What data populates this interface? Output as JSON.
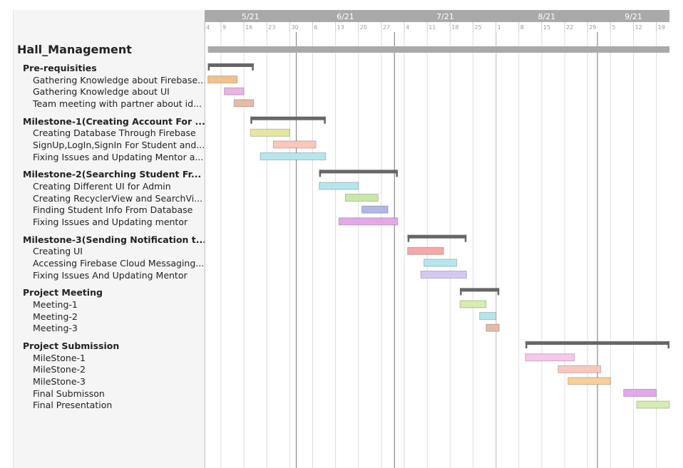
{
  "chart_data": {
    "type": "gantt",
    "timeline_start": "2021-05-04",
    "timeline_end": "2021-09-23",
    "months": [
      {
        "label": "5/21",
        "start": "2021-05-04",
        "end": "2021-06-01"
      },
      {
        "label": "6/21",
        "start": "2021-06-01",
        "end": "2021-07-01"
      },
      {
        "label": "7/21",
        "start": "2021-07-01",
        "end": "2021-08-01"
      },
      {
        "label": "8/21",
        "start": "2021-08-01",
        "end": "2021-09-01"
      },
      {
        "label": "9/21",
        "start": "2021-09-01",
        "end": "2021-09-23"
      }
    ],
    "week_ticks": [
      {
        "label": "4",
        "date": "2021-05-04"
      },
      {
        "label": "9",
        "date": "2021-05-09"
      },
      {
        "label": "16",
        "date": "2021-05-16"
      },
      {
        "label": "23",
        "date": "2021-05-23"
      },
      {
        "label": "30",
        "date": "2021-05-30"
      },
      {
        "label": "6",
        "date": "2021-06-06"
      },
      {
        "label": "13",
        "date": "2021-06-13"
      },
      {
        "label": "20",
        "date": "2021-06-20"
      },
      {
        "label": "27",
        "date": "2021-06-27"
      },
      {
        "label": "4",
        "date": "2021-07-04"
      },
      {
        "label": "11",
        "date": "2021-07-11"
      },
      {
        "label": "18",
        "date": "2021-07-18"
      },
      {
        "label": "25",
        "date": "2021-07-25"
      },
      {
        "label": "1",
        "date": "2021-08-01"
      },
      {
        "label": "8",
        "date": "2021-08-08"
      },
      {
        "label": "15",
        "date": "2021-08-15"
      },
      {
        "label": "22",
        "date": "2021-08-22"
      },
      {
        "label": "29",
        "date": "2021-08-29"
      },
      {
        "label": "5",
        "date": "2021-09-05"
      },
      {
        "label": "12",
        "date": "2021-09-12"
      },
      {
        "label": "19",
        "date": "2021-09-19"
      }
    ],
    "colors": {
      "header": "#a9a9a9",
      "project_bar": "#a9a9a9",
      "summary_bar": "#666666",
      "grid": "#dddddd",
      "month_line": "#8a8a8a"
    },
    "project": {
      "name": "Hall_Management",
      "start": "2021-05-05",
      "end": "2021-09-23"
    },
    "groups": [
      {
        "name": "Pre-requisities",
        "start": "2021-05-05",
        "end": "2021-05-19",
        "tasks": [
          {
            "name": "Gathering Knowledge about Firebase...",
            "start": "2021-05-05",
            "end": "2021-05-14",
            "color": "#f5c18a"
          },
          {
            "name": "Gathering Knowledge about UI",
            "start": "2021-05-10",
            "end": "2021-05-16",
            "color": "#e9b3e2"
          },
          {
            "name": "Team meeting with partner about id...",
            "start": "2021-05-13",
            "end": "2021-05-19",
            "color": "#e3bba8"
          }
        ]
      },
      {
        "name": "Milestone-1(Creating Account For ...",
        "start": "2021-05-18",
        "end": "2021-06-10",
        "tasks": [
          {
            "name": "Creating Database Through Firebase",
            "start": "2021-05-18",
            "end": "2021-05-30",
            "color": "#e6e79e"
          },
          {
            "name": "SignUp,LogIn,SignIn For Student and...",
            "start": "2021-05-25",
            "end": "2021-06-07",
            "color": "#fbc7bd"
          },
          {
            "name": "Fixing Issues and Updating Mentor a...",
            "start": "2021-05-21",
            "end": "2021-06-10",
            "color": "#b5e6ee"
          }
        ]
      },
      {
        "name": "Milestone-2(Searching Student Fr...",
        "start": "2021-06-08",
        "end": "2021-07-02",
        "tasks": [
          {
            "name": "Creating Different UI for Admin",
            "start": "2021-06-08",
            "end": "2021-06-20",
            "color": "#b5e6ee"
          },
          {
            "name": "Creating RecyclerView and SearchVi...",
            "start": "2021-06-16",
            "end": "2021-06-26",
            "color": "#cbe7a8"
          },
          {
            "name": "Finding Student Info From Database",
            "start": "2021-06-21",
            "end": "2021-06-29",
            "color": "#b1b7e8"
          },
          {
            "name": "Fixing Issues and Updating mentor",
            "start": "2021-06-14",
            "end": "2021-07-02",
            "color": "#e3a8ea"
          }
        ]
      },
      {
        "name": "Milestone-3(Sending Notification t...",
        "start": "2021-07-05",
        "end": "2021-07-23",
        "tasks": [
          {
            "name": "Creating UI",
            "start": "2021-07-05",
            "end": "2021-07-16",
            "color": "#f4a8a8"
          },
          {
            "name": "Accessing Firebase Cloud Messaging...",
            "start": "2021-07-10",
            "end": "2021-07-20",
            "color": "#b5e6ee"
          },
          {
            "name": "Fixing Issues And Updating Mentor",
            "start": "2021-07-09",
            "end": "2021-07-23",
            "color": "#d4c8f3"
          }
        ]
      },
      {
        "name": "Project Meeting",
        "start": "2021-07-21",
        "end": "2021-08-02",
        "tasks": [
          {
            "name": "Meeting-1",
            "start": "2021-07-21",
            "end": "2021-07-29",
            "color": "#d6ecb0"
          },
          {
            "name": "Meeting-2",
            "start": "2021-07-27",
            "end": "2021-08-01",
            "color": "#b5e6ee"
          },
          {
            "name": "Meeting-3",
            "start": "2021-07-29",
            "end": "2021-08-02",
            "color": "#e3bba8"
          }
        ]
      },
      {
        "name": "Project Submission",
        "start": "2021-08-10",
        "end": "2021-09-23",
        "tasks": [
          {
            "name": "MileStone-1",
            "start": "2021-08-10",
            "end": "2021-08-25",
            "color": "#f9c6ec"
          },
          {
            "name": "MileStone-2",
            "start": "2021-08-20",
            "end": "2021-09-02",
            "color": "#fbc7bd"
          },
          {
            "name": "MileStone-3",
            "start": "2021-08-23",
            "end": "2021-09-05",
            "color": "#f8cf9a"
          },
          {
            "name": "Final Submisson",
            "start": "2021-09-09",
            "end": "2021-09-19",
            "color": "#e3a8ea"
          },
          {
            "name": "Final Presentation",
            "start": "2021-09-13",
            "end": "2021-09-23",
            "color": "#d6ecb0"
          }
        ]
      }
    ]
  }
}
